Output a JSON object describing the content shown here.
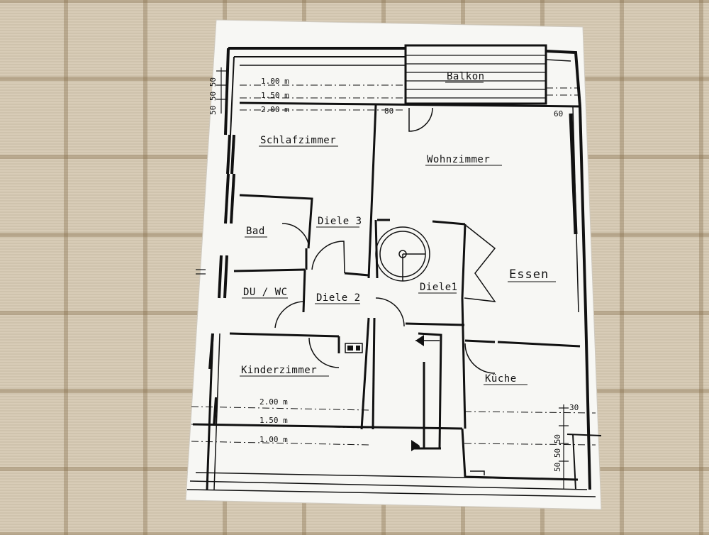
{
  "plan": {
    "rooms": {
      "balkon": "Balkon",
      "schlafzimmer": "Schlafzimmer",
      "wohnzimmer": "Wohnzimmer",
      "diele3": "Diele 3",
      "bad": "Bad",
      "diele1": "Diele1",
      "essen": "Essen",
      "duwc": "DU / WC",
      "diele2": "Diele 2",
      "kinderzimmer": "Kinderzimmer",
      "kueche": "Küche"
    },
    "dimensions": {
      "top_1": "1.00 m",
      "top_2": "1.50 m",
      "top_3": "2.00 m",
      "bottom_1": "2.00 m",
      "bottom_2": "1.50 m",
      "bottom_3": "1.00 m",
      "left_vertical": "50 50 50",
      "right_vertical": "50 50 50",
      "mark_80": "80",
      "mark_60": "60",
      "mark_30": "30"
    }
  }
}
